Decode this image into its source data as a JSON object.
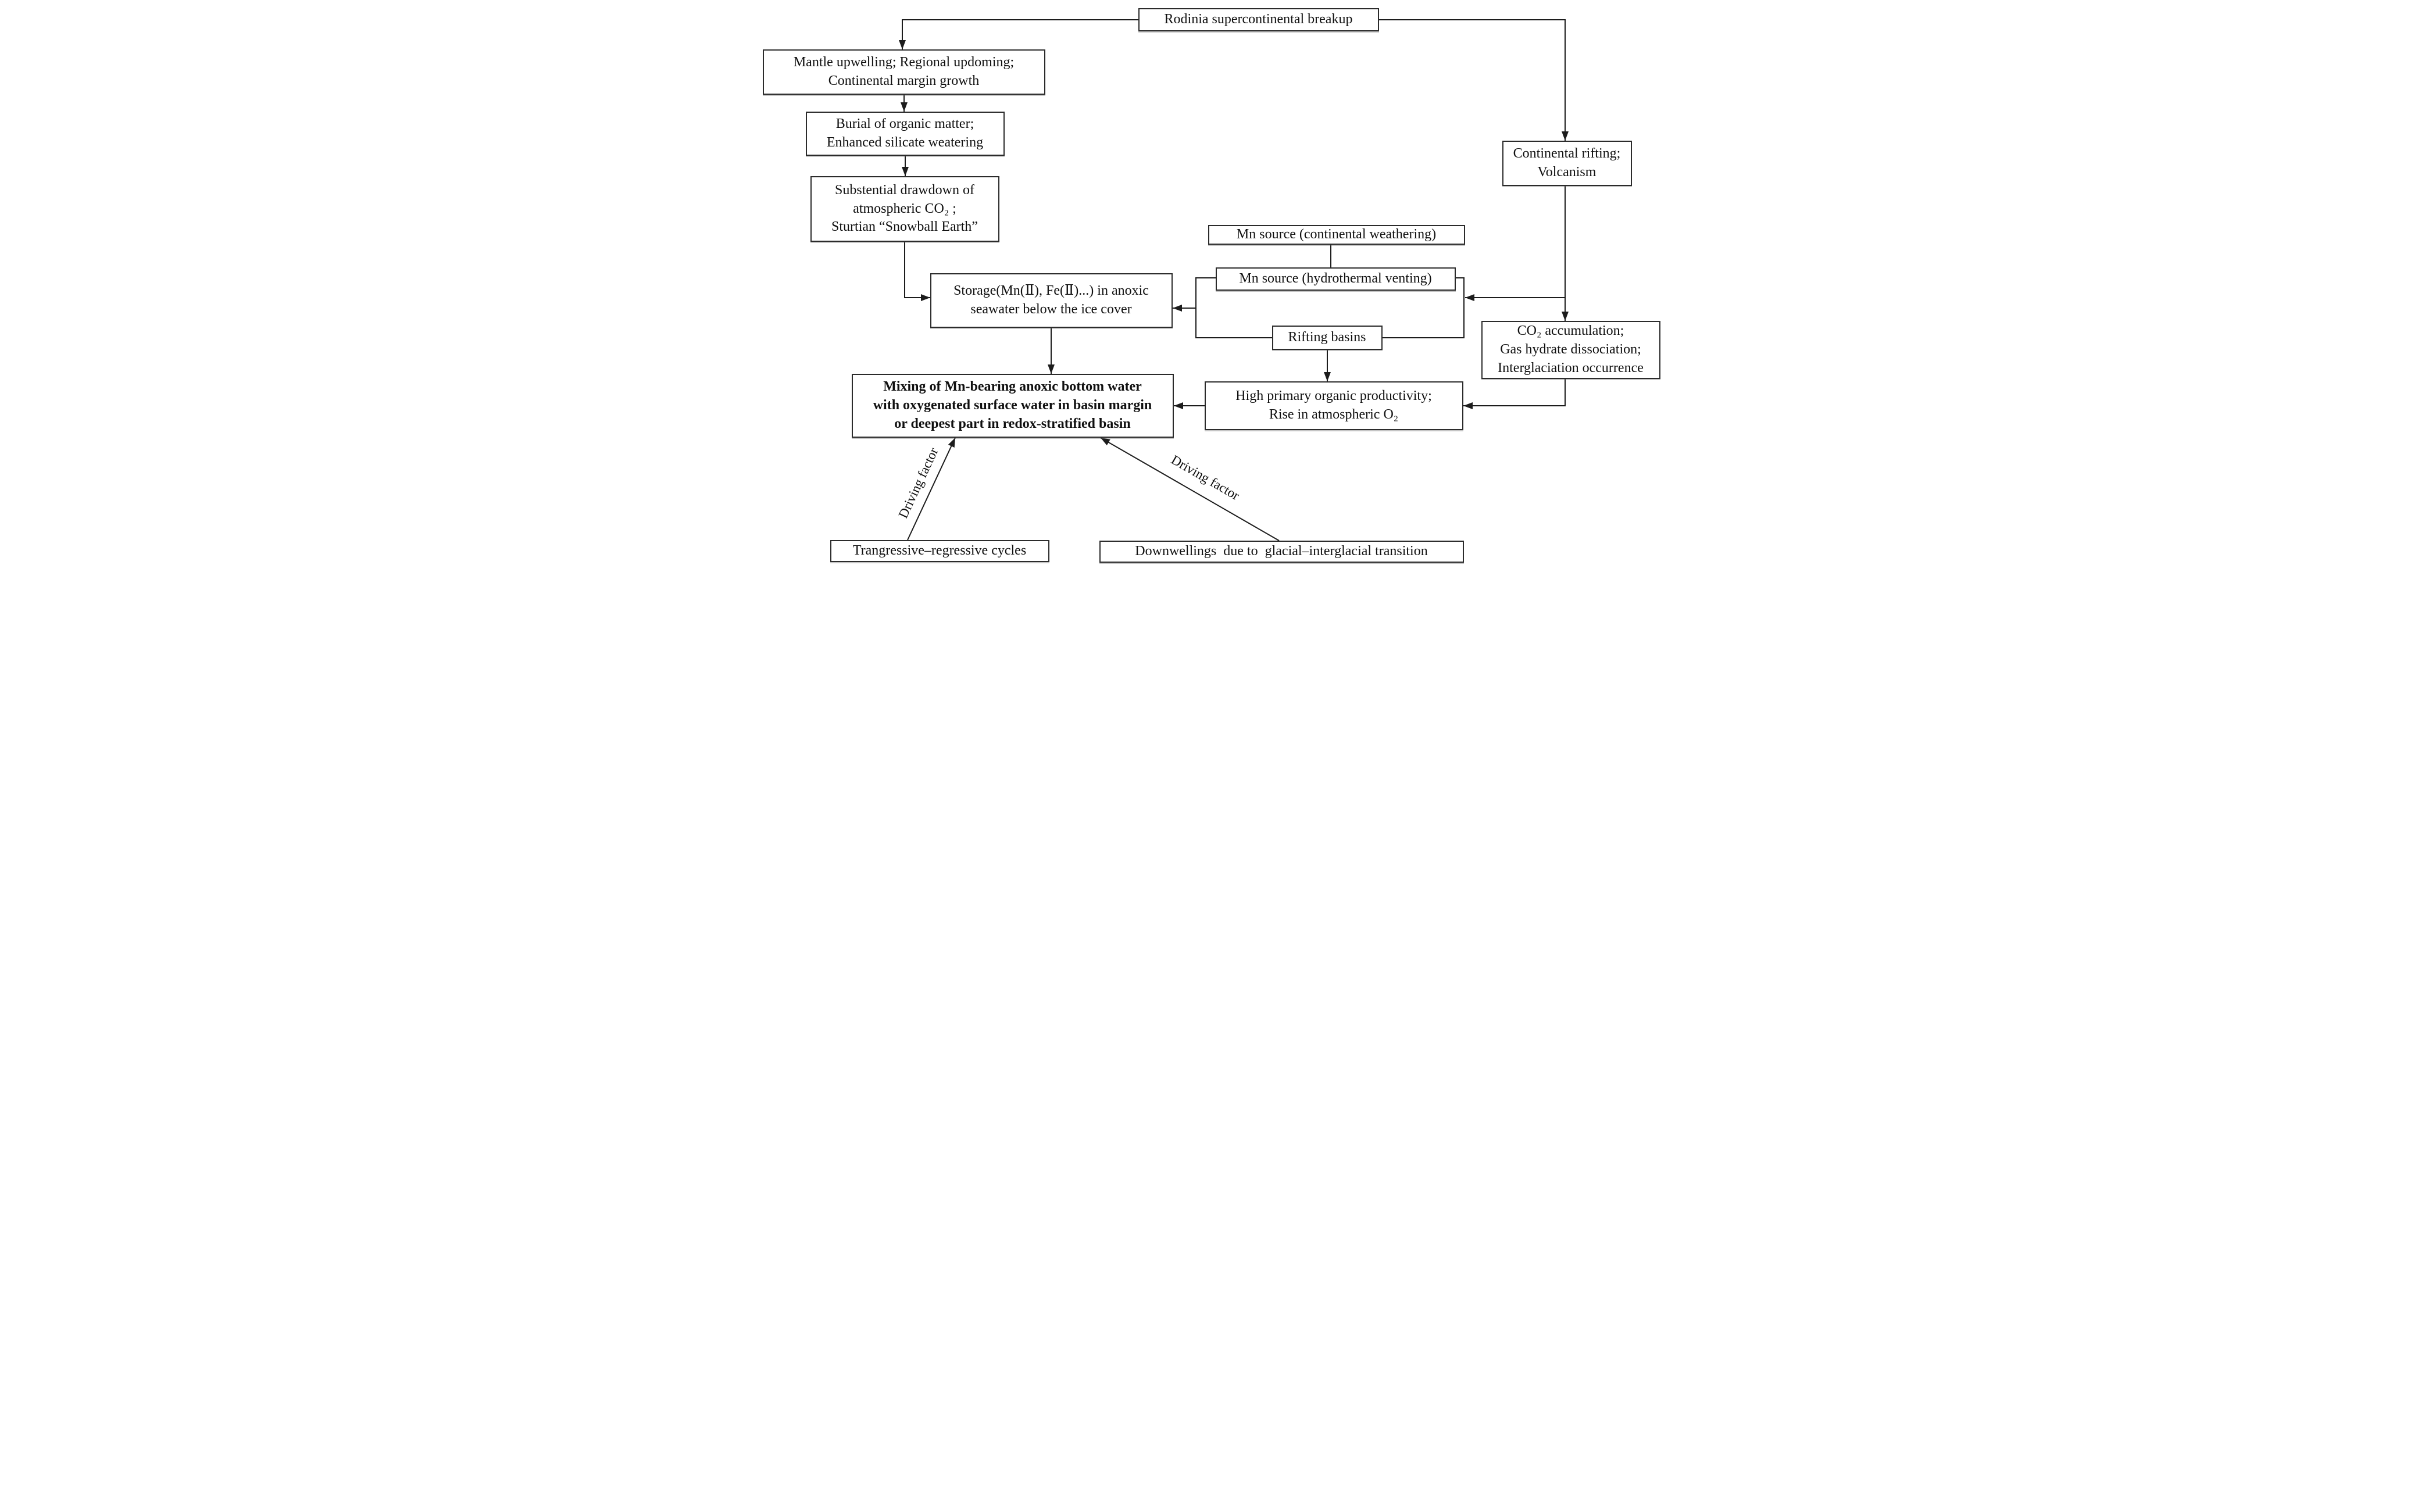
{
  "colors": {
    "background": "#ffffff",
    "box_border": "#2b2b2b",
    "line": "#1c1c1c",
    "text": "#101010"
  },
  "nodes": {
    "rodinia": {
      "lines": [
        "Rodinia supercontinental breakup"
      ]
    },
    "mantle": {
      "lines": [
        "Mantle upwelling; Regional updoming;",
        "Continental margin growth"
      ]
    },
    "burial": {
      "lines": [
        "Burial of organic matter;",
        "Enhanced silicate weatering"
      ]
    },
    "drawdown": {
      "lines": [
        "Substential drawdown of",
        "atmospheric CO₂ ;",
        "Sturtian “Snowball Earth”"
      ]
    },
    "storage": {
      "lines": [
        "Storage(Mn(Ⅱ), Fe(Ⅱ)...) in anoxic",
        "seawater below the ice cover"
      ]
    },
    "mn_weathering": {
      "lines": [
        "Mn source (continental weathering)"
      ]
    },
    "mn_venting": {
      "lines": [
        "Mn source (hydrothermal venting)"
      ]
    },
    "rifting_basins": {
      "lines": [
        "Rifting basins"
      ]
    },
    "continental_rifting": {
      "lines": [
        "Continental rifting;",
        "Volcanism"
      ]
    },
    "co2_accumulation": {
      "lines": [
        "CO₂ accumulation;",
        "Gas hydrate dissociation;",
        "Interglaciation occurrence"
      ]
    },
    "productivity": {
      "lines": [
        "High primary organic productivity;",
        "Rise in atmospheric O₂"
      ]
    },
    "mixing": {
      "lines": [
        "Mixing of Mn-bearing anoxic bottom water",
        "with oxygenated surface water in basin margin",
        "or deepest part in redox-stratified basin"
      ]
    },
    "cycles": {
      "lines": [
        "Trangressive–regressive cycles"
      ]
    },
    "downwellings": {
      "lines": [
        "Downwellings  due to  glacial–interglacial transition"
      ]
    }
  },
  "edge_labels": {
    "driving_factor_left": "Driving factor",
    "driving_factor_right": "Driving factor"
  }
}
